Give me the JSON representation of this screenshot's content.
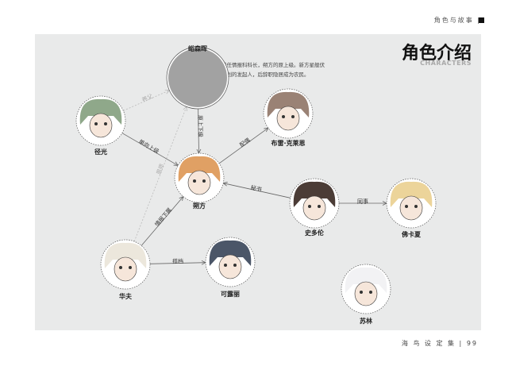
{
  "header": {
    "section": "角色与故事 |"
  },
  "panel": {
    "title": "角色介绍",
    "subtitle": "CHARACTERS",
    "description": "前任情报科科长，朔方的原上级。新方星舰伏计划的发起人，后辞职隐居成为农民。"
  },
  "characters": [
    {
      "name": "峪森晖",
      "color": "#a2a2a2"
    },
    {
      "name": "径光",
      "color": "#8fa88a"
    },
    {
      "name": "布雷·克莱恩",
      "color": "#9a8275"
    },
    {
      "name": "朔方",
      "color": "#e0a064"
    },
    {
      "name": "史多伦",
      "color": "#4b3c36"
    },
    {
      "name": "佛卡夏",
      "color": "#ecd49a"
    },
    {
      "name": "华夫",
      "color": "#ece7dc"
    },
    {
      "name": "可露丽",
      "color": "#4b5668"
    },
    {
      "name": "苏林",
      "color": "#f2f2f4"
    }
  ],
  "relations": [
    {
      "from": 1,
      "to": 0,
      "label": "养父",
      "dashed": true
    },
    {
      "from": 0,
      "to": 3,
      "label": "原上下级",
      "dashed": false
    },
    {
      "from": 1,
      "to": 3,
      "label": "单向上级",
      "dashed": false
    },
    {
      "from": 3,
      "to": 2,
      "label": "配偶",
      "dashed": false
    },
    {
      "from": 4,
      "to": 3,
      "label": "秘书",
      "dashed": false
    },
    {
      "from": 4,
      "to": 5,
      "label": "同事",
      "dashed": false
    },
    {
      "from": 6,
      "to": 3,
      "label": "情报下属",
      "dashed": false
    },
    {
      "from": 6,
      "to": 0,
      "label": "恩师",
      "dashed": true
    },
    {
      "from": 6,
      "to": 7,
      "label": "搭档",
      "dashed": false
    }
  ],
  "footer": {
    "book": "海 鸟 设 定 集 |",
    "page": "99"
  }
}
